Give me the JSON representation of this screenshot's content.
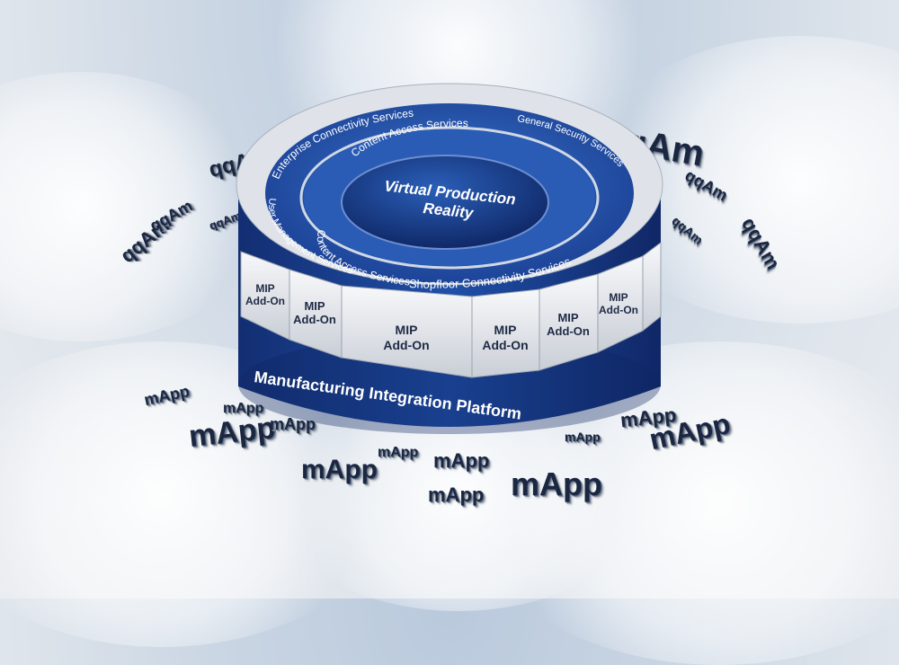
{
  "core": {
    "title_line1": "Virtual Production",
    "title_line2": "Reality"
  },
  "ring_inner": {
    "top": "Content Access Services",
    "bottom": "Content Access Services"
  },
  "ring_outer": {
    "enterprise": "Enterprise Connectivity Services",
    "security": "General Security Services",
    "user": "User Management Services",
    "shopfloor": "Shopfloor Connectivity Services"
  },
  "platform_label": "Manufacturing Integration Platform",
  "addon": {
    "line1": "MIP",
    "line2": "Add-On"
  },
  "mapp_label": "mApp",
  "mapp_mirrored_label": "qqAm",
  "colors": {
    "blue_dark": "#0f2a6e",
    "blue_mid": "#1f4fa8",
    "blue_light": "#3a74c9",
    "block_grey": "#e6e8ec"
  }
}
